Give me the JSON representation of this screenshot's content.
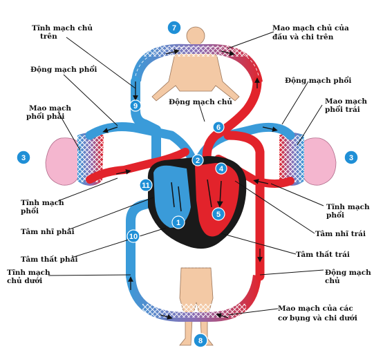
{
  "colors": {
    "oxygenated": "#e2232b",
    "deoxygenated": "#3a9bd9",
    "heart_dark": "#1a1a1a",
    "lung": "#f4b6cf",
    "body": "#f3c9a5",
    "badge": "#1f8fd6"
  },
  "labels": {
    "svc": [
      "Tĩnh mạch chủ",
      "trên"
    ],
    "head_cap": [
      "Mao mạch chủ của",
      "đầu và chi trên"
    ],
    "pulm_artery_left": "Động mạch phổi",
    "pulm_artery_right": "Động mạch phổi",
    "aorta_top": "Động mạch chủ",
    "cap_lung_right": [
      "Mao mạch",
      "phổi phải"
    ],
    "cap_lung_left": [
      "Mao mạch",
      "phổi trái"
    ],
    "pulm_vein_left": [
      "Tĩnh mạch",
      "phổi"
    ],
    "pulm_vein_right": [
      "Tĩnh mạch",
      "phổi"
    ],
    "right_atrium": "Tâm nhĩ phải",
    "left_atrium": "Tâm nhĩ trái",
    "right_ventricle": "Tâm thất phải",
    "left_ventricle": "Tâm thất trái",
    "ivc": [
      "Tĩnh mạch",
      "chủ dưới"
    ],
    "aorta_bottom": [
      "Động mạch",
      "chủ"
    ],
    "lower_cap": [
      "Mao mạch của các",
      "cơ bụng và chi dưới"
    ]
  },
  "badges": {
    "b1": "1",
    "b2": "2",
    "b3a": "3",
    "b3b": "3",
    "b4": "4",
    "b5": "5",
    "b6": "6",
    "b7": "7",
    "b8": "8",
    "b9": "9",
    "b10": "10",
    "b11": "11"
  }
}
